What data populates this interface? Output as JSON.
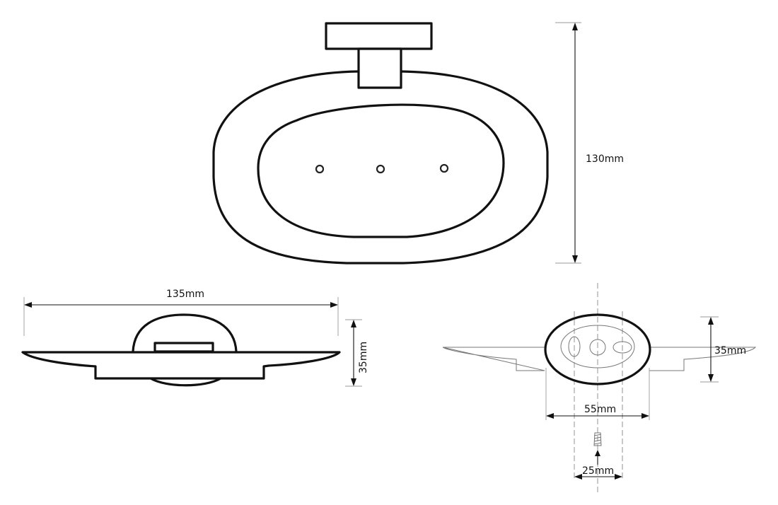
{
  "dimensions": {
    "height": "130mm",
    "width": "135mm",
    "depth_side": "35mm",
    "depth_back": "35mm",
    "base_width": "55mm",
    "screw_spacing": "25mm"
  },
  "colors": {
    "line": "#111111",
    "construction": "#888888",
    "background": "#ffffff"
  }
}
